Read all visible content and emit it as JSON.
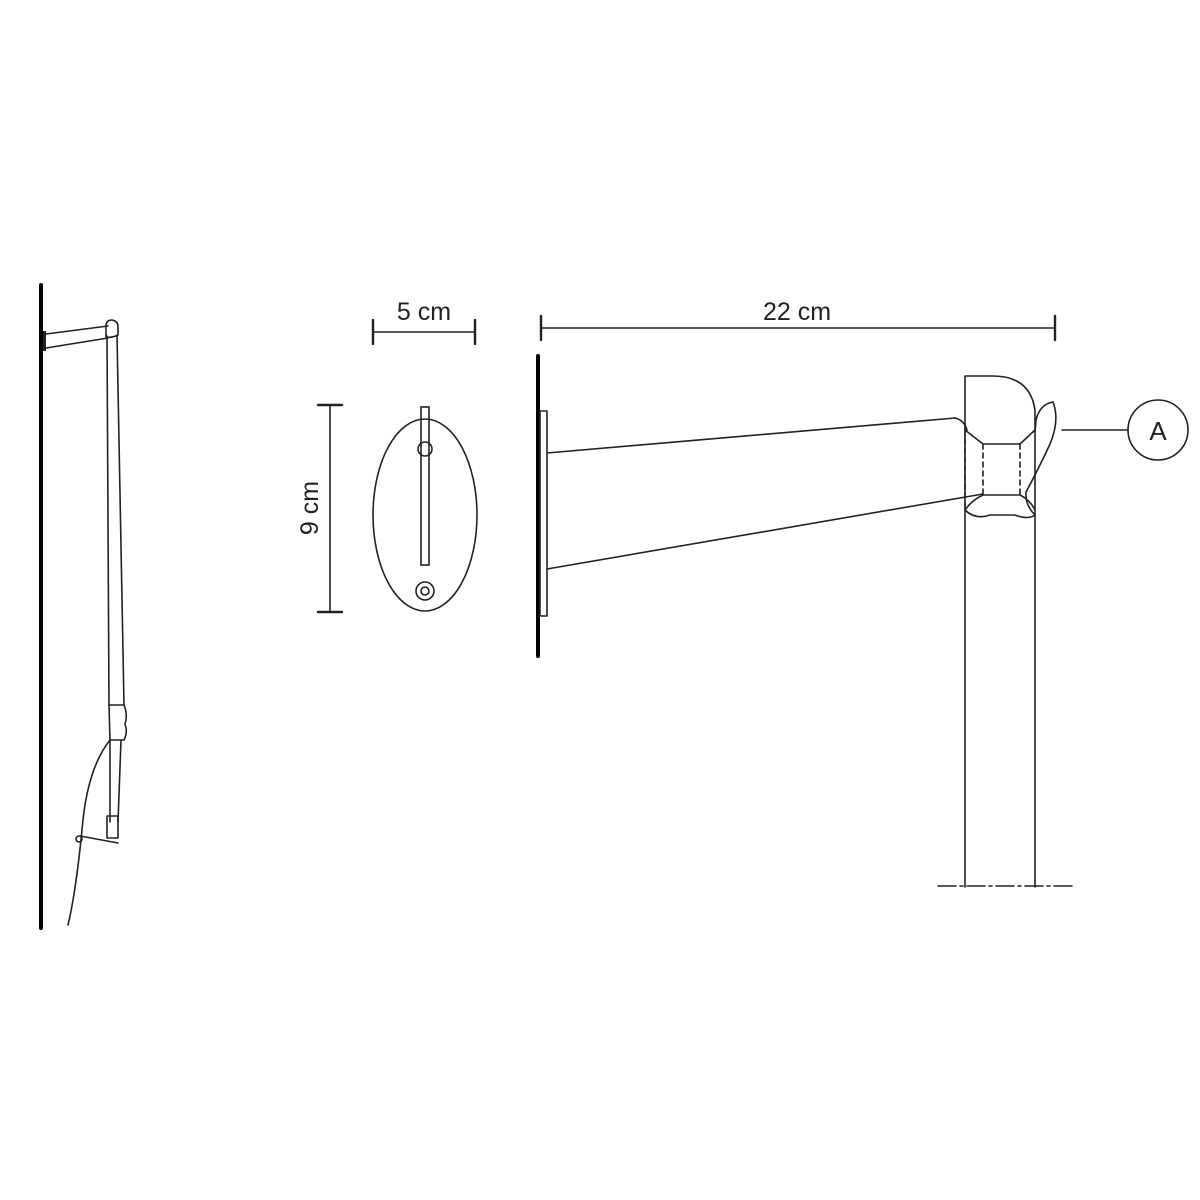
{
  "dimensions": {
    "width_label": "5 cm",
    "height_label": "9 cm",
    "length_label": "22 cm"
  },
  "callouts": [
    {
      "label": "A"
    }
  ],
  "colors": {
    "line": "#222222",
    "wall": "#000000",
    "background": "#ffffff"
  }
}
